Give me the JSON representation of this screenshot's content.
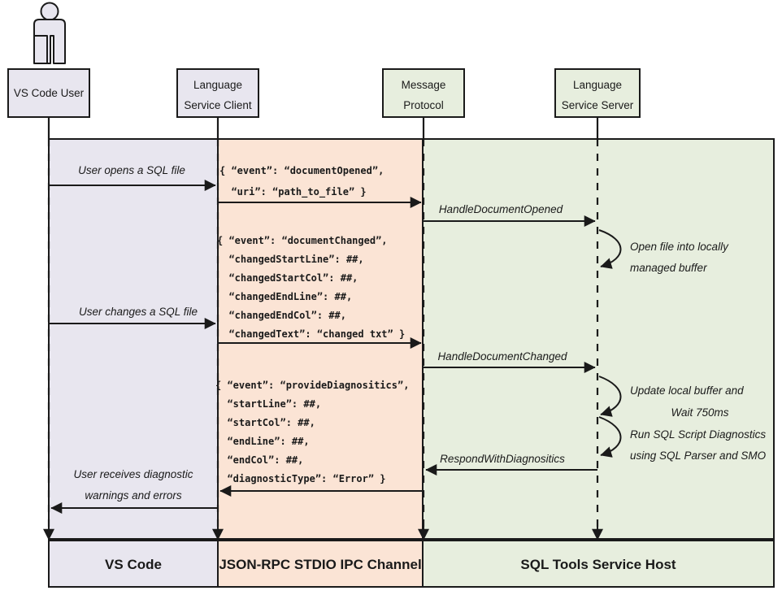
{
  "diagram": {
    "title": "SQL Tools Service sequence diagram",
    "colors": {
      "lane_vscode_fill": "#e8e6ef",
      "lane_ipc_fill": "#fbe4d5",
      "lane_host_fill": "#e7eede",
      "stroke": "#1a1a1a",
      "actor_fill": "#e8e6ef"
    },
    "actor": {
      "name": "VS Code User actor"
    },
    "participants": [
      {
        "id": "vscode-user",
        "line1": "VS Code User",
        "line2": ""
      },
      {
        "id": "language-service-client",
        "line1": "Language",
        "line2": "Service Client"
      },
      {
        "id": "message-protocol",
        "line1": "Message",
        "line2": "Protocol"
      },
      {
        "id": "language-service-server",
        "line1": "Language",
        "line2": "Service Server"
      }
    ],
    "lanes": [
      {
        "id": "vs-code",
        "label": "VS Code"
      },
      {
        "id": "json-rpc-stdio-ipc-channel",
        "label": "JSON-RPC STDIO IPC Channel"
      },
      {
        "id": "sql-tools-service-host",
        "label": "SQL Tools Service Host"
      }
    ],
    "messages": [
      {
        "id": "user-opens-sql-file",
        "label": "User opens a SQL file"
      },
      {
        "id": "handle-document-opened",
        "label": "HandleDocumentOpened"
      },
      {
        "id": "user-changes-sql-file",
        "label": "User changes a SQL file"
      },
      {
        "id": "handle-document-changed",
        "label": "HandleDocumentChanged"
      },
      {
        "id": "respond-with-diagnositics",
        "label": "RespondWithDiagnositics"
      },
      {
        "id": "user-receives-diagnostics",
        "line1": "User receives diagnostic",
        "line2": "warnings and errors"
      }
    ],
    "notes": [
      {
        "id": "open-file-buffer",
        "line1": "Open file into locally",
        "line2": "managed buffer"
      },
      {
        "id": "update-buffer-wait",
        "line1": "Update local buffer and",
        "line2": "Wait 750ms"
      },
      {
        "id": "run-diagnostics",
        "line1": "Run SQL Script Diagnostics",
        "line2": "using SQL Parser and SMO"
      }
    ],
    "payloads": [
      {
        "id": "document-opened-payload",
        "lines": [
          "{ “event”: “documentOpened”,",
          "  “uri”: “path_to_file” }"
        ]
      },
      {
        "id": "document-changed-payload",
        "lines": [
          "{ “event”: “documentChanged”,",
          "  “changedStartLine”: ##,",
          "  “changedStartCol”: ##,",
          "  “changedEndLine”: ##,",
          "  “changedEndCol”: ##,",
          "  “changedText”: “changed txt” }"
        ]
      },
      {
        "id": "provide-diagnositics-payload",
        "lines": [
          "{ “event”: “provideDiagnositics”,",
          "  “startLine”: ##,",
          "  “startCol”: ##,",
          "  “endLine”: ##,",
          "  “endCol”: ##,",
          "  “diagnosticType”: “Error” }"
        ]
      }
    ]
  }
}
